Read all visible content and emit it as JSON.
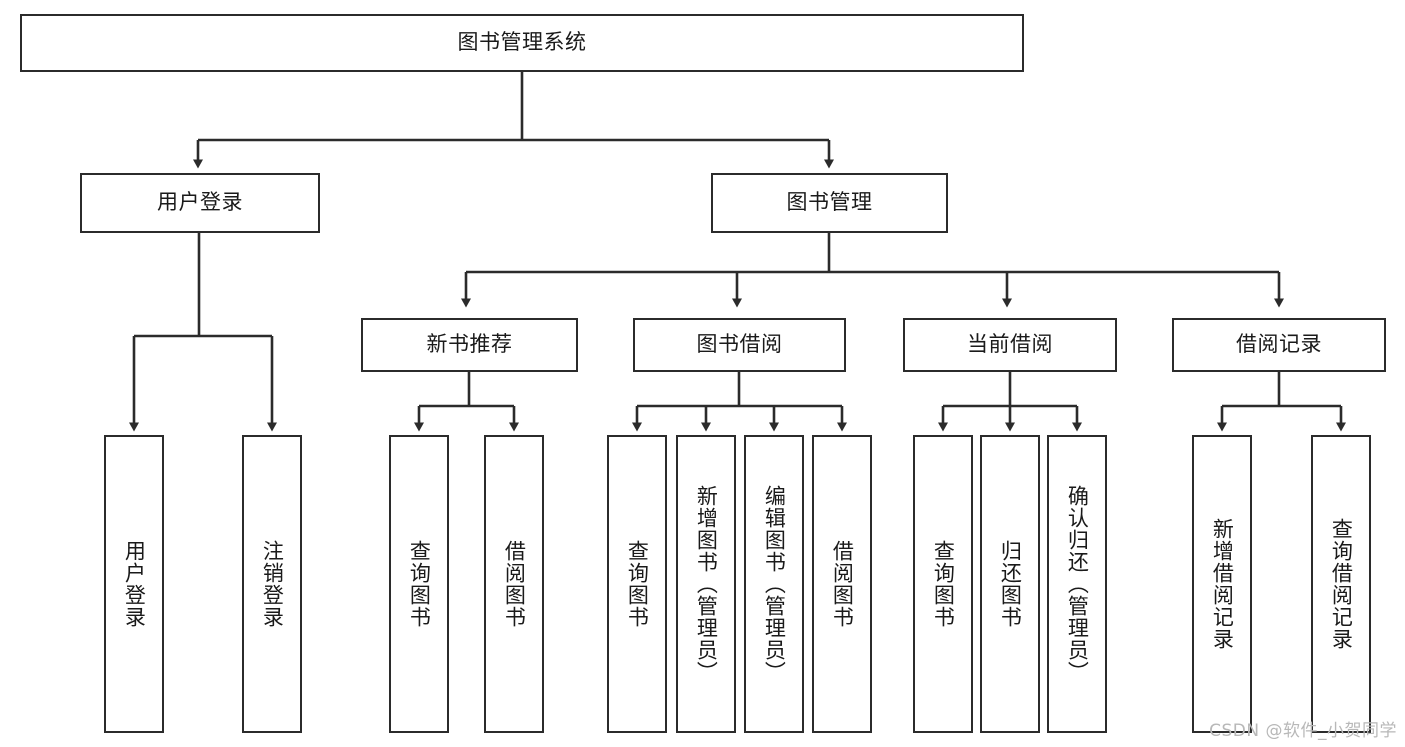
{
  "diagram": {
    "title": "图书管理系统",
    "type": "tree-hierarchy-chart",
    "root": {
      "label": "图书管理系统"
    },
    "level2": [
      {
        "label": "用户登录"
      },
      {
        "label": "图书管理"
      }
    ],
    "level3": [
      {
        "label": "新书推荐"
      },
      {
        "label": "图书借阅"
      },
      {
        "label": "当前借阅"
      },
      {
        "label": "借阅记录"
      }
    ],
    "leaves": [
      {
        "label": "用户登录"
      },
      {
        "label": "注销登录"
      },
      {
        "label": "查询图书"
      },
      {
        "label": "借阅图书"
      },
      {
        "label": "查询图书"
      },
      {
        "label": "新增图书（管理员）"
      },
      {
        "label": "编辑图书（管理员）"
      },
      {
        "label": "借阅图书"
      },
      {
        "label": "查询图书"
      },
      {
        "label": "归还图书"
      },
      {
        "label": "确认归还（管理员）"
      },
      {
        "label": "新增借阅记录"
      },
      {
        "label": "查询借阅记录"
      }
    ]
  },
  "watermark": {
    "text": "CSDN @软件_小贺同学"
  },
  "colors": {
    "stroke": "#2b2b2b",
    "box_fill": "#ffffff",
    "text": "#1a1a1a",
    "watermark": "#b8b8b8",
    "background": "#ffffff"
  }
}
